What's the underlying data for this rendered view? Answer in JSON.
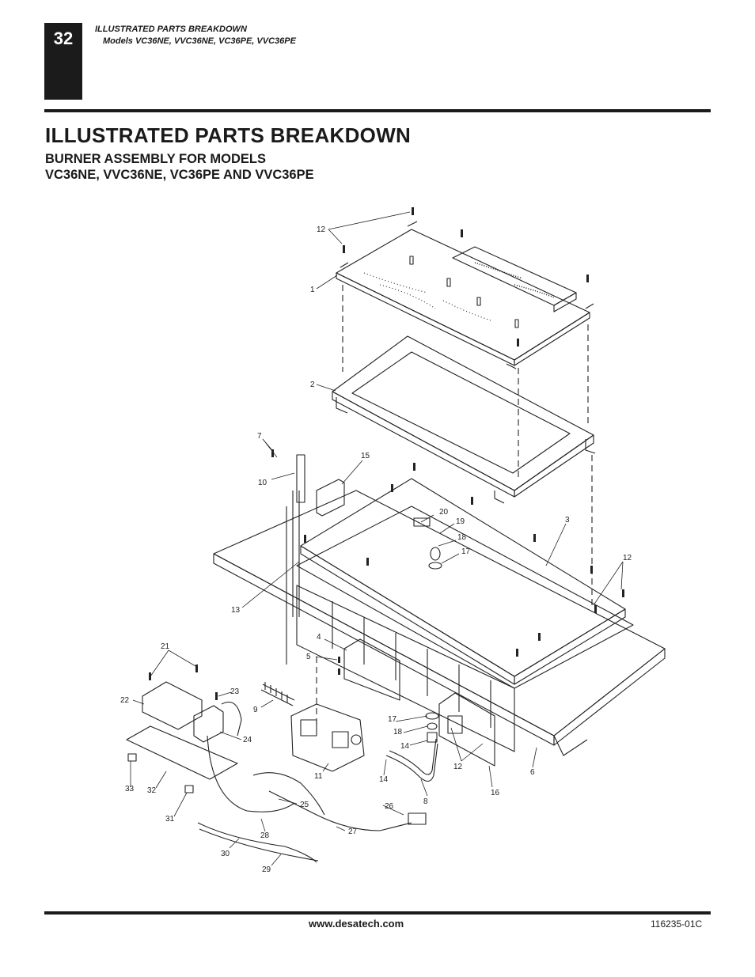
{
  "header": {
    "page_number": "32",
    "section": "ILLUSTRATED PARTS BREAKDOWN",
    "models": "Models VC36NE, VVC36NE, VC36PE, VVC36PE"
  },
  "title": "ILLUSTRATED PARTS BREAKDOWN",
  "subtitle_line1": "BURNER ASSEMBLY FOR MODELS",
  "subtitle_line2": "VC36NE, VVC36NE, VC36PE AND VVC36PE",
  "callouts": {
    "c1": "1",
    "c2": "2",
    "c3": "3",
    "c4": "4",
    "c5": "5",
    "c6": "6",
    "c7": "7",
    "c8": "8",
    "c9": "9",
    "c10": "10",
    "c11": "11",
    "c12a": "12",
    "c12b": "12",
    "c12c": "12",
    "c13": "13",
    "c14a": "14",
    "c14b": "14",
    "c15": "15",
    "c16": "16",
    "c17a": "17",
    "c17b": "17",
    "c18a": "18",
    "c18b": "18",
    "c19": "19",
    "c20": "20",
    "c21": "21",
    "c22": "22",
    "c23": "23",
    "c24": "24",
    "c25": "25",
    "c26": "26",
    "c27": "27",
    "c28": "28",
    "c29": "29",
    "c30": "30",
    "c31": "31",
    "c32": "32",
    "c33": "33"
  },
  "footer": {
    "website": "www.desatech.com",
    "document_number": "116235-01C"
  }
}
